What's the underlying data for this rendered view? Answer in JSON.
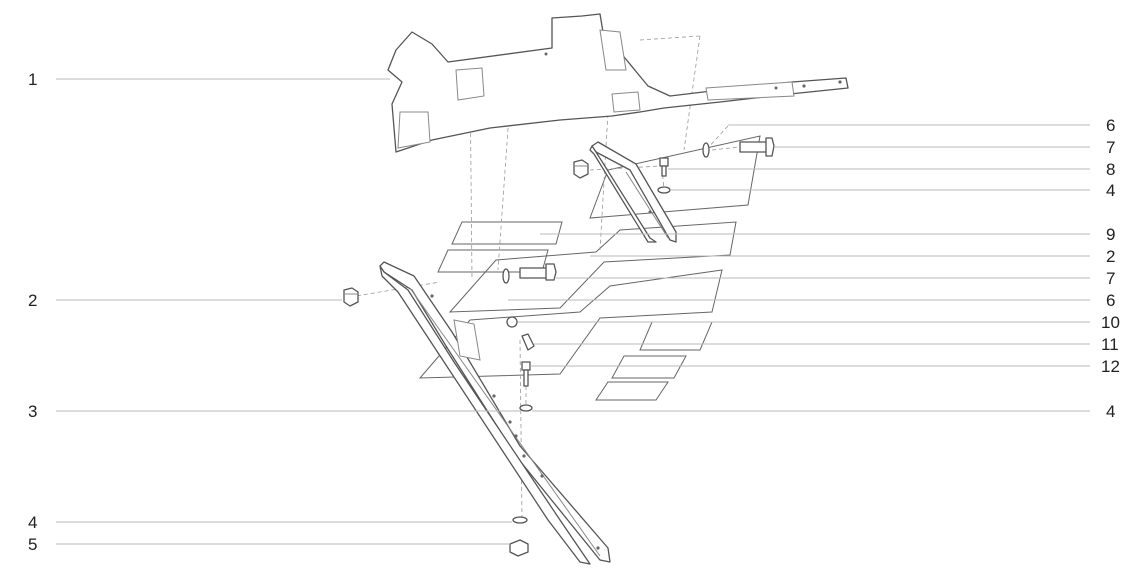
{
  "callouts_left": [
    {
      "label": "1"
    },
    {
      "label": "2"
    },
    {
      "label": "3"
    },
    {
      "label": "4"
    },
    {
      "label": "5"
    }
  ],
  "callouts_right": [
    {
      "label": "6"
    },
    {
      "label": "7"
    },
    {
      "label": "8"
    },
    {
      "label": "4"
    },
    {
      "label": "9"
    },
    {
      "label": "2"
    },
    {
      "label": "7"
    },
    {
      "label": "6"
    },
    {
      "label": "10"
    },
    {
      "label": "11"
    },
    {
      "label": "12"
    },
    {
      "label": "4"
    }
  ]
}
